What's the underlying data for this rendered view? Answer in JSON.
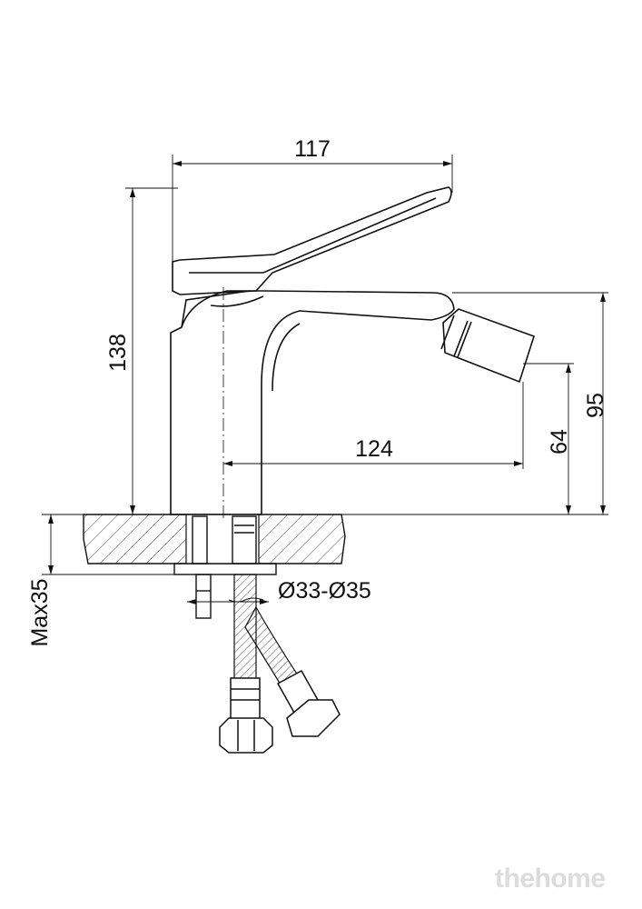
{
  "dimensions": {
    "width_top": "117",
    "height_total": "138",
    "spout_reach": "124",
    "spout_height": "95",
    "outlet_height": "64",
    "max_thickness": "Max35",
    "hole_diameter": "Ø33-Ø35"
  },
  "watermark": "thehome",
  "colors": {
    "line": "#111111",
    "hatch": "#444444",
    "watermark": "#dcdcdc"
  }
}
